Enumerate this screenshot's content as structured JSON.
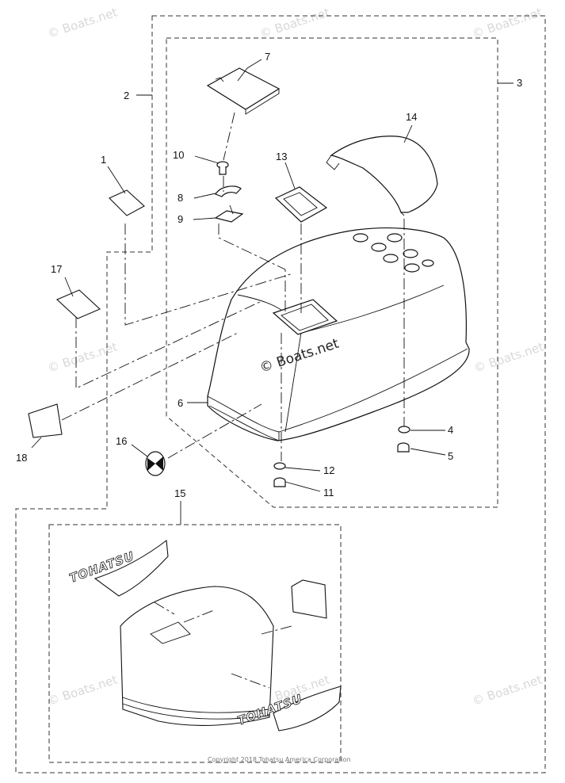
{
  "watermark": {
    "text": "© Boats.net",
    "center_text": "© Boats.net"
  },
  "copyright": "Copyright 2018 Tohatsu America Corporation",
  "decals": {
    "logo_top": "TOHATSU",
    "logo_bottom": "TOHATSU"
  },
  "callouts": [
    {
      "id": "1",
      "label": "1"
    },
    {
      "id": "2",
      "label": "2"
    },
    {
      "id": "3",
      "label": "3"
    },
    {
      "id": "4",
      "label": "4"
    },
    {
      "id": "5",
      "label": "5"
    },
    {
      "id": "6",
      "label": "6"
    },
    {
      "id": "7",
      "label": "7"
    },
    {
      "id": "8",
      "label": "8"
    },
    {
      "id": "9",
      "label": "9"
    },
    {
      "id": "10",
      "label": "10"
    },
    {
      "id": "11",
      "label": "11"
    },
    {
      "id": "12",
      "label": "12"
    },
    {
      "id": "13",
      "label": "13"
    },
    {
      "id": "14",
      "label": "14"
    },
    {
      "id": "15",
      "label": "15"
    },
    {
      "id": "16",
      "label": "16"
    },
    {
      "id": "17",
      "label": "17"
    },
    {
      "id": "18",
      "label": "18"
    }
  ],
  "colors": {
    "line": "#111111",
    "watermark": "#d8d8d8",
    "background": "#ffffff"
  }
}
